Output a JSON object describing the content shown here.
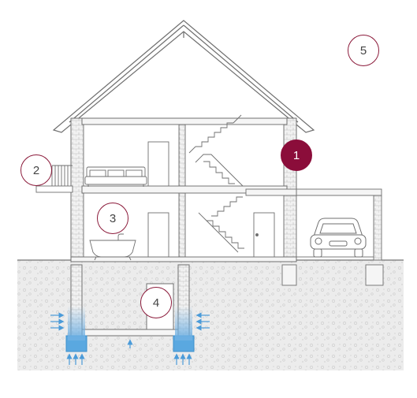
{
  "markers": [
    {
      "label": "1",
      "active": true
    },
    {
      "label": "2",
      "active": false
    },
    {
      "label": "3",
      "active": false
    },
    {
      "label": "4",
      "active": false
    },
    {
      "label": "5",
      "active": false
    }
  ],
  "colors": {
    "line": "#6f6f6f",
    "ground": "#e3e3e3",
    "moisture": "#7fb8e6",
    "arrow": "#4b9bd9",
    "marker_active": "#8b0d3a",
    "marker_border": "#8b1a3a"
  }
}
